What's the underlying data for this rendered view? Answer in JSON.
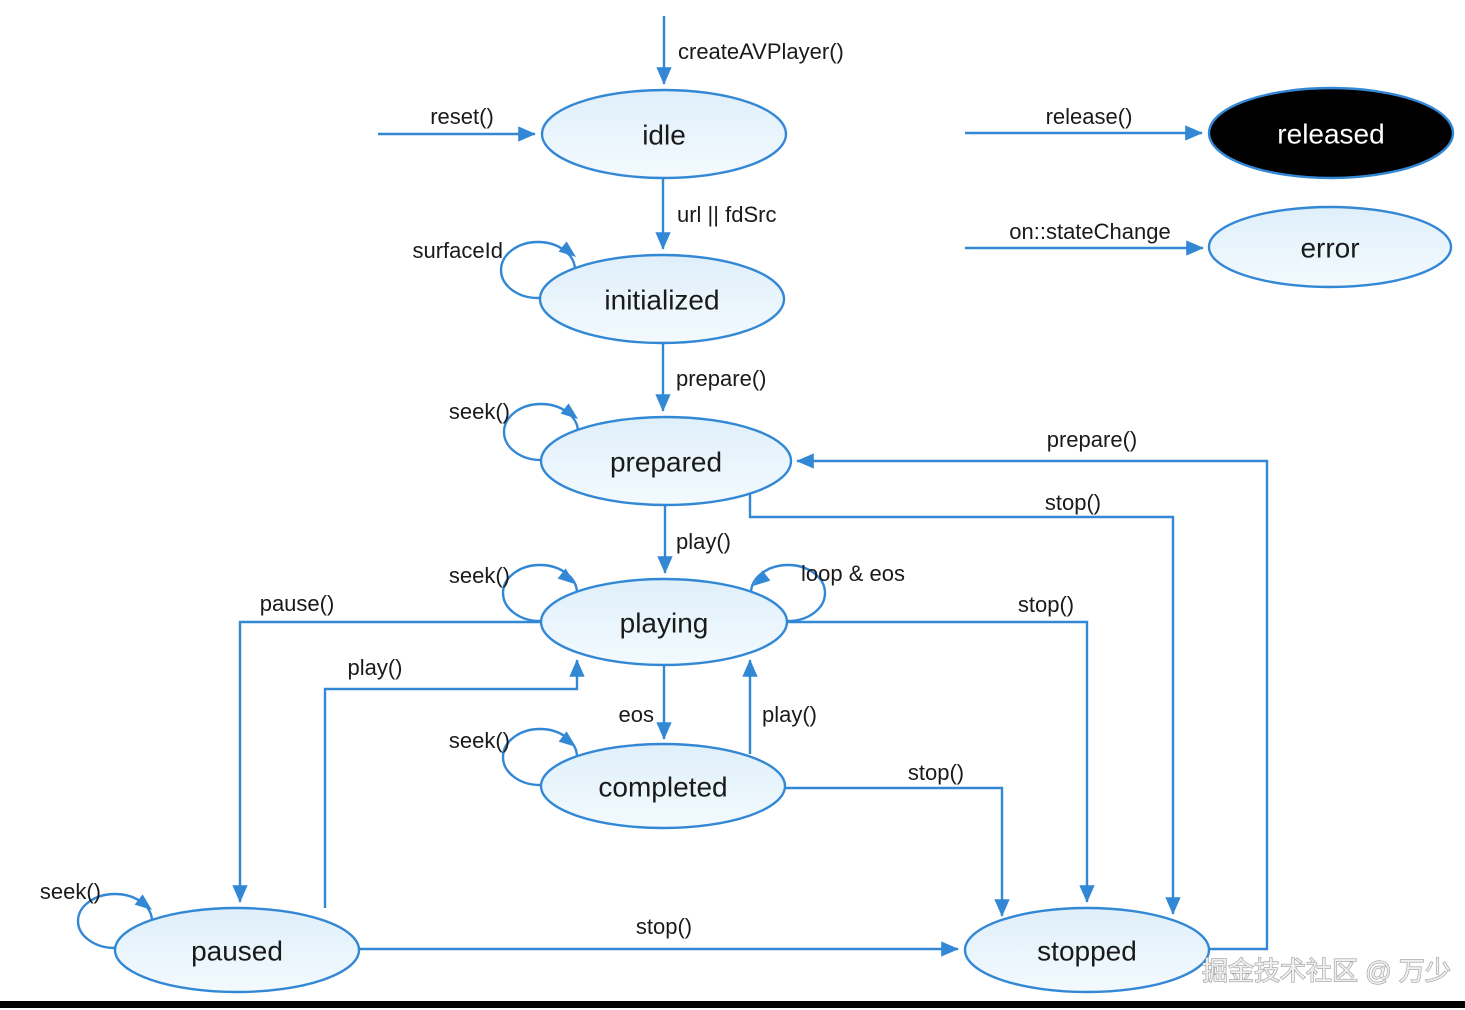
{
  "colors": {
    "line": "#3388D6",
    "node_fill_top": "#DFEFFA",
    "node_fill_bottom": "#F3FAFE",
    "released_fill": "#000000",
    "released_text": "#FFFFFF",
    "label_text": "#1A1A1A",
    "watermark_fill": "#F0F0F0",
    "watermark_stroke": "#9A9A9A",
    "footer_bar": "#000000"
  },
  "states": {
    "idle": "idle",
    "initialized": "initialized",
    "prepared": "prepared",
    "playing": "playing",
    "completed": "completed",
    "paused": "paused",
    "stopped": "stopped",
    "released": "released",
    "error": "error"
  },
  "transitions": {
    "create": "createAVPlayer()",
    "reset": "reset()",
    "url_fdsrc": "url || fdSrc",
    "surfaceid": "surfaceId",
    "prepare": "prepare()",
    "seek_prepared": "seek()",
    "play_prepared": "play()",
    "seek_playing": "seek()",
    "loop_eos": "loop & eos",
    "pause": "pause()",
    "play_paused": "play()",
    "eos": "eos",
    "play_completed": "play()",
    "seek_completed": "seek()",
    "stop_completed": "stop()",
    "stop_playing": "stop()",
    "stop_prepared": "stop()",
    "prepare_stopped": "prepare()",
    "stop_paused": "stop()",
    "seek_paused": "seek()",
    "release": "release()",
    "on_statechange": "on::stateChange"
  },
  "watermark": "掘金技术社区 @ 万少"
}
